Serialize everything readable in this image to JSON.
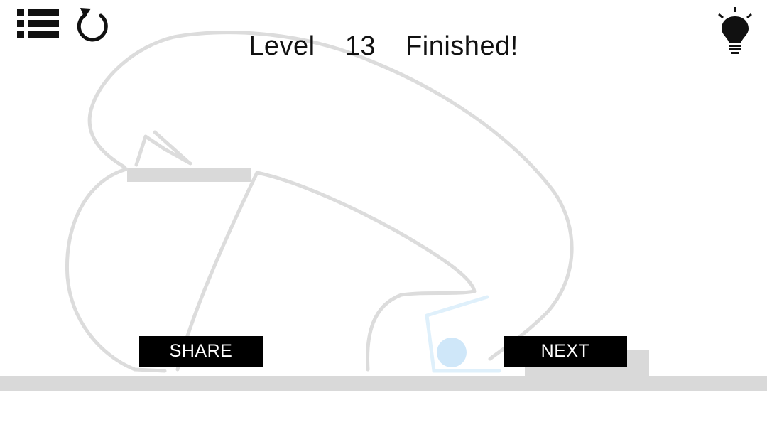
{
  "hud": {
    "menu_icon": "list-menu-icon",
    "restart_icon": "restart-arrow-icon",
    "hint_icon": "lightbulb-icon"
  },
  "status": {
    "title": "Level  13  Finished!"
  },
  "actions": {
    "share_label": "SHARE",
    "next_label": "NEXT"
  },
  "colors": {
    "background": "#ffffff",
    "drawn_line": "#dcdcdc",
    "platform": "#d9d9d9",
    "cup": "#dff0fb",
    "ball": "#cfe7f9",
    "button_bg": "#000000",
    "button_text": "#ffffff"
  }
}
